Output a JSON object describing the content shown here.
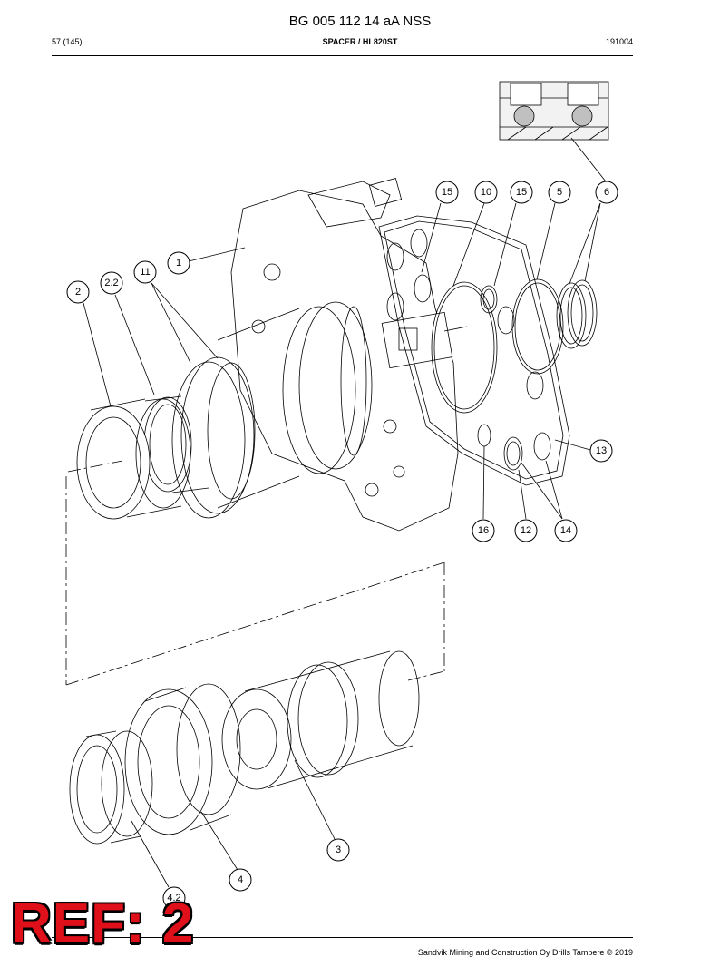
{
  "header": {
    "doc_number": "BG 005 112 14 aA NSS",
    "page": "57 (145)",
    "section": "SPACER / HL820ST",
    "date_code": "191004"
  },
  "footer": {
    "copyright": "Sandvik Mining and Construction Oy Drills Tampere © 2019"
  },
  "stamp": {
    "text": "REF: 2",
    "color": "#e0101a"
  },
  "callouts": [
    "1",
    "2",
    "2.2",
    "3",
    "4",
    "4.2",
    "5",
    "6",
    "10",
    "11",
    "12",
    "13",
    "14",
    "15",
    "15",
    "16"
  ]
}
